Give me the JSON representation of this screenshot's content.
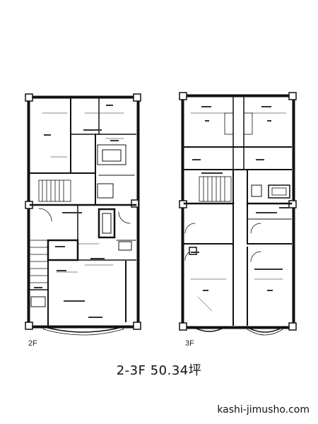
{
  "floors": [
    {
      "label": "2F"
    },
    {
      "label": "3F"
    }
  ],
  "summary": {
    "area_text": "2-3F 50.34坪"
  },
  "footer": {
    "site": "kashi-jimusho.com"
  }
}
